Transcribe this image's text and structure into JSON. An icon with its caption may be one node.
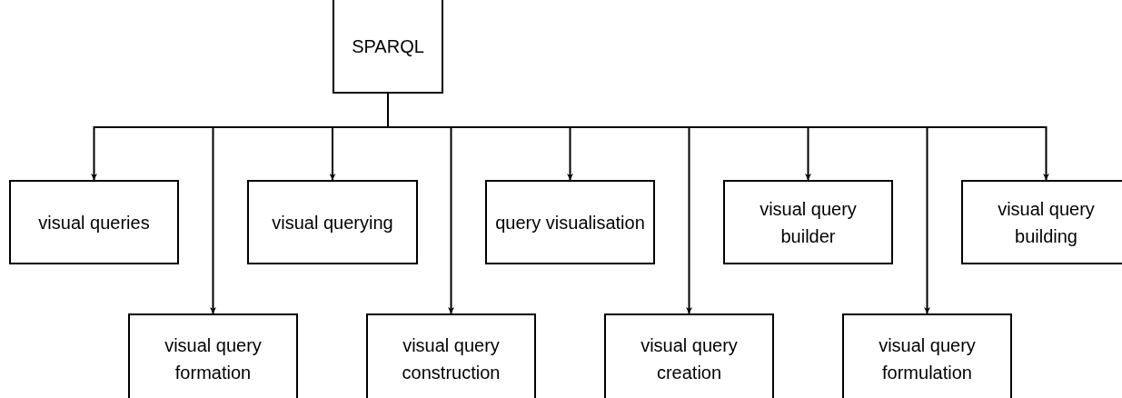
{
  "diagram": {
    "nodes": [
      {
        "text": [
          "SPARQL"
        ]
      },
      {
        "text": [
          "visual queries"
        ]
      },
      {
        "text": [
          "visual query formation"
        ]
      },
      {
        "text": [
          "visual querying"
        ]
      },
      {
        "text": [
          "visual query construction"
        ]
      },
      {
        "text": [
          "query visualisation"
        ]
      },
      {
        "text": [
          "visual query creation"
        ]
      },
      {
        "text": [
          "visual query builder"
        ]
      },
      {
        "text": [
          "visual query formulation"
        ]
      },
      {
        "text": [
          "visual query building"
        ]
      }
    ],
    "edges": [
      {
        "from": 0,
        "to": 1,
        "arrow": "to"
      },
      {
        "from": 0,
        "to": 2,
        "arrow": "to"
      },
      {
        "from": 0,
        "to": 3,
        "arrow": "to"
      },
      {
        "from": 0,
        "to": 4,
        "arrow": "to"
      },
      {
        "from": 0,
        "to": 5,
        "arrow": "to"
      },
      {
        "from": 0,
        "to": 6,
        "arrow": "to"
      },
      {
        "from": 0,
        "to": 7,
        "arrow": "to"
      },
      {
        "from": 0,
        "to": 8,
        "arrow": "to"
      },
      {
        "from": 0,
        "to": 9,
        "arrow": "to"
      }
    ]
  }
}
